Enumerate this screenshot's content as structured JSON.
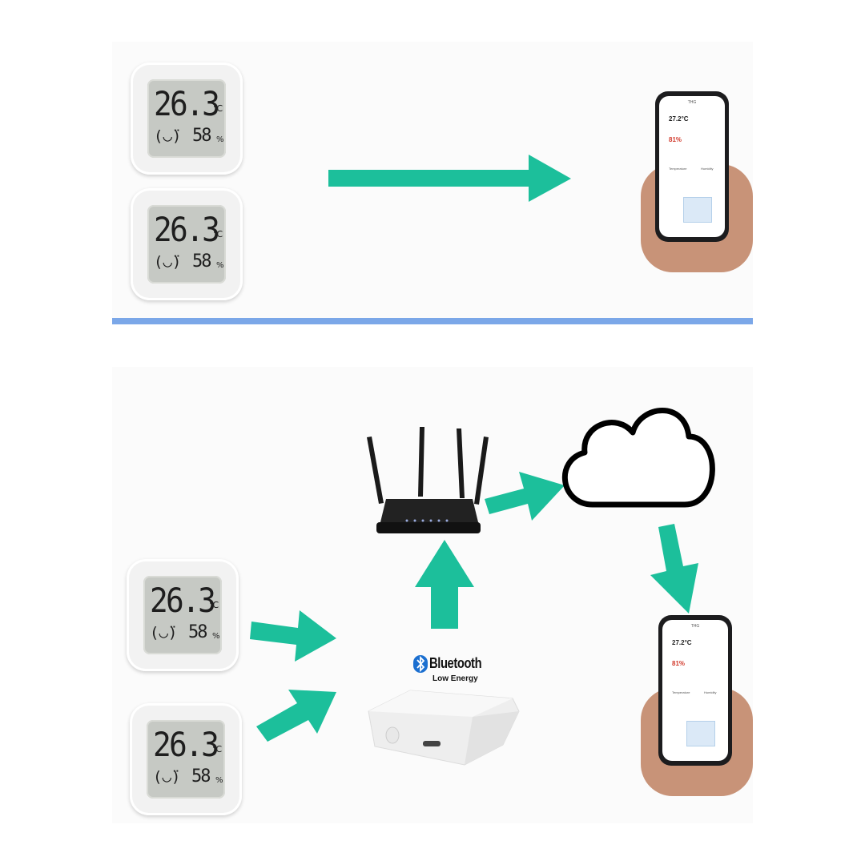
{
  "sensor": {
    "temperature": "26.3",
    "temp_unit": "℃",
    "face": "(◡̈)",
    "humidity": "58",
    "humidity_unit": "%"
  },
  "phone": {
    "app_title": "THG",
    "temperature": "27.2°C",
    "humidity": "81%",
    "tab_1": "Temperature",
    "tab_2": "Humidity"
  },
  "bluetooth": {
    "brand": "Bluetooth",
    "subtitle": "Low Energy"
  },
  "colors": {
    "arrow": "#1cbf9b",
    "divider": "#7ba7e8",
    "sensor_screen": "#c6c9c4",
    "cloud_outline": "#000000"
  }
}
